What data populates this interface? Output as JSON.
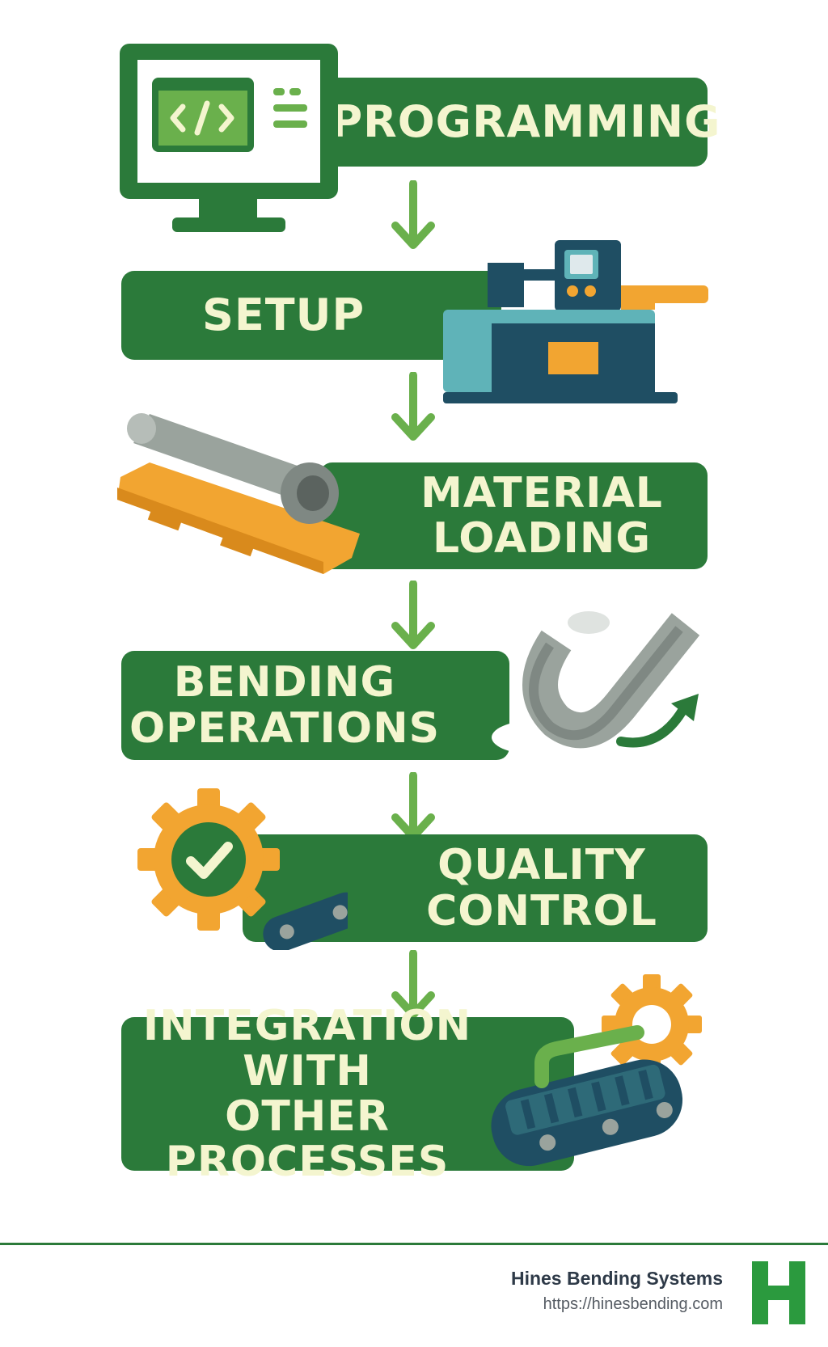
{
  "steps": [
    {
      "lines": [
        "PROGRAMMING"
      ],
      "icon": "computer-code-icon"
    },
    {
      "lines": [
        "SETUP"
      ],
      "icon": "bending-machine-icon"
    },
    {
      "lines": [
        "MATERIAL",
        "LOADING"
      ],
      "icon": "pipe-on-pallet-icon"
    },
    {
      "lines": [
        "BENDING",
        "OPERATIONS"
      ],
      "icon": "bent-tube-icon"
    },
    {
      "lines": [
        "QUALITY",
        "CONTROL"
      ],
      "icon": "gear-check-icon"
    },
    {
      "lines": [
        "INTEGRATION",
        "WITH OTHER",
        "PROCESSES"
      ],
      "icon": "conveyor-gear-icon"
    }
  ],
  "footer": {
    "brand_name": "Hines Bending Systems",
    "url": "https://hinesbending.com",
    "logo_letter": "H"
  },
  "colors": {
    "banner_green": "#2b7a3a",
    "arrow_green": "#6ab04c",
    "label_cream": "#f4f5cf",
    "accent_orange": "#f2a531",
    "machine_teal": "#5fb3b8",
    "machine_navy": "#1f4e63",
    "steel_gray": "#9aa39d"
  }
}
